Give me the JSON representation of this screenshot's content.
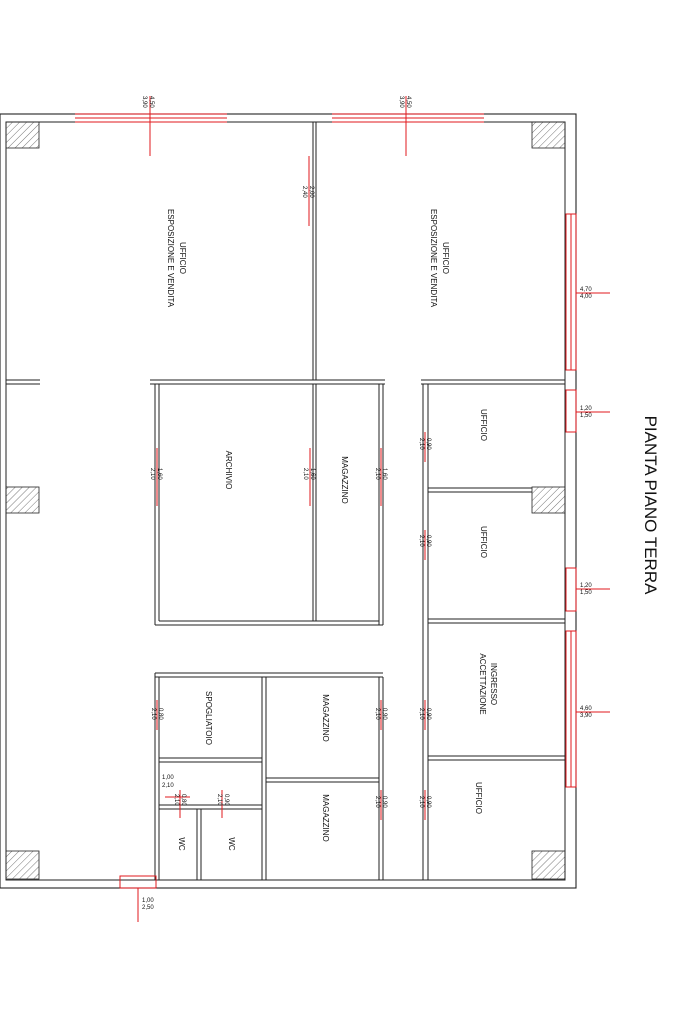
{
  "title": "PIANTA PIANO TERRA",
  "rooms": {
    "ufficio_esp_left": [
      "UFFICIO",
      "ESPOSIZIONE E VENDITA"
    ],
    "ufficio_esp_right": [
      "UFFICIO",
      "ESPOSIZIONE E VENDITA"
    ],
    "archivio": "ARCHIVIO",
    "magazzino_mid": "MAGAZZINO",
    "ufficio_1": "UFFICIO",
    "ufficio_2": "UFFICIO",
    "ingresso": [
      "INGRESSO",
      "ACCETTAZIONE"
    ],
    "ufficio_3": "UFFICIO",
    "spogliatoio": "SPOGLIATOIO",
    "magazzino_low1": "MAGAZZINO",
    "magazzino_low2": "MAGAZZINO",
    "wc_1": "WC",
    "wc_2": "WC"
  },
  "dims": {
    "win_top_left": [
      "4,50",
      "3,90"
    ],
    "win_top_right": [
      "4,50",
      "3,90"
    ],
    "door_internal_top": [
      "2,00",
      "2,40"
    ],
    "win_right_1": [
      "4,70",
      "4,00"
    ],
    "win_right_2": [
      "1,20",
      "1,50"
    ],
    "win_right_3": [
      "1,20",
      "1,50"
    ],
    "win_right_4": [
      "4,60",
      "3,90"
    ],
    "door_archivio": [
      "1,60",
      "2,10"
    ],
    "door_magazzino_a": [
      "1,60",
      "2,10"
    ],
    "door_magazzino_b": [
      "1,60",
      "2,10"
    ],
    "door_ufficio_1": [
      "0,90",
      "2,10"
    ],
    "door_ufficio_2": [
      "0,90",
      "2,10"
    ],
    "door_ingresso": [
      "0,90",
      "2,10"
    ],
    "door_ufficio_3": [
      "0,90",
      "2,10"
    ],
    "door_spogliatoio": [
      "0,80",
      "2,10"
    ],
    "door_mag_low1": [
      "0,90",
      "2,10"
    ],
    "door_mag_low2": [
      "0,90",
      "2,10"
    ],
    "door_wc_corr": [
      "1,00",
      "2,10"
    ],
    "door_wc_1": [
      "0,80",
      "2,10"
    ],
    "door_wc_2": [
      "0,90",
      "2,10"
    ],
    "door_bottom": [
      "1,00",
      "2,50"
    ]
  },
  "colors": {
    "wall": "#222222",
    "opening": "#e2191e",
    "hatch": "#555555"
  }
}
